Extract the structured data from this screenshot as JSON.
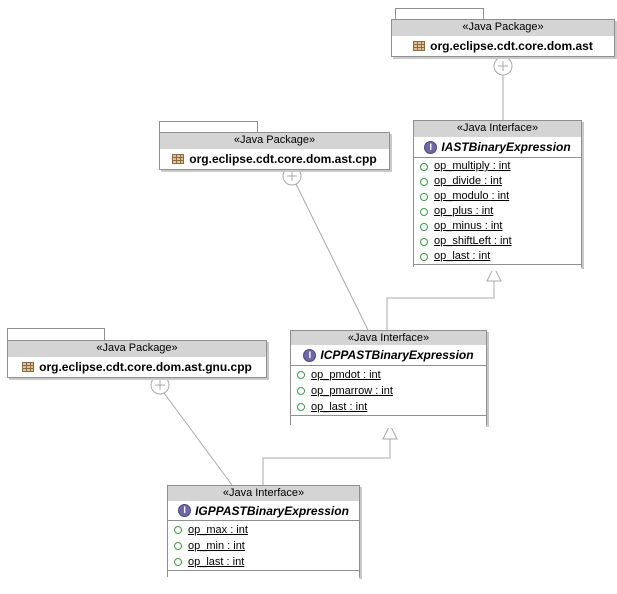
{
  "diagram": {
    "packages": [
      {
        "stereotype": "«Java Package»",
        "name": "org.eclipse.cdt.core.dom.ast"
      },
      {
        "stereotype": "«Java Package»",
        "name": "org.eclipse.cdt.core.dom.ast.cpp"
      },
      {
        "stereotype": "«Java Package»",
        "name": "org.eclipse.cdt.core.dom.ast.gnu.cpp"
      }
    ],
    "interfaces": [
      {
        "stereotype": "«Java Interface»",
        "icon_letter": "I",
        "name": "IASTBinaryExpression",
        "fields": [
          "op_multiply : int",
          "op_divide : int",
          "op_modulo : int",
          "op_plus : int",
          "op_minus : int",
          "op_shiftLeft : int",
          "op_last : int"
        ]
      },
      {
        "stereotype": "«Java Interface»",
        "icon_letter": "I",
        "name": "ICPPASTBinaryExpression",
        "fields": [
          "op_pmdot : int",
          "op_pmarrow : int",
          "op_last : int"
        ]
      },
      {
        "stereotype": "«Java Interface»",
        "icon_letter": "I",
        "name": "IGPPASTBinaryExpression",
        "fields": [
          "op_max : int",
          "op_min : int",
          "op_last : int"
        ]
      }
    ],
    "relations": [
      {
        "type": "containment",
        "from": "org.eclipse.cdt.core.dom.ast",
        "to": "IASTBinaryExpression"
      },
      {
        "type": "containment",
        "from": "org.eclipse.cdt.core.dom.ast.cpp",
        "to": "ICPPASTBinaryExpression"
      },
      {
        "type": "containment",
        "from": "org.eclipse.cdt.core.dom.ast.gnu.cpp",
        "to": "IGPPASTBinaryExpression"
      },
      {
        "type": "generalization",
        "from": "ICPPASTBinaryExpression",
        "to": "IASTBinaryExpression"
      },
      {
        "type": "generalization",
        "from": "IGPPASTBinaryExpression",
        "to": "ICPPASTBinaryExpression"
      }
    ],
    "colors": {
      "header_fill": "#d4d4d4",
      "box_border": "#8f8f8f",
      "connector": "#a8a8a8",
      "interface_icon": "#6f68a7",
      "field_icon": "#3c9b46",
      "package_icon_fill": "#e3c29a",
      "package_icon_line": "#8d6b42"
    }
  }
}
